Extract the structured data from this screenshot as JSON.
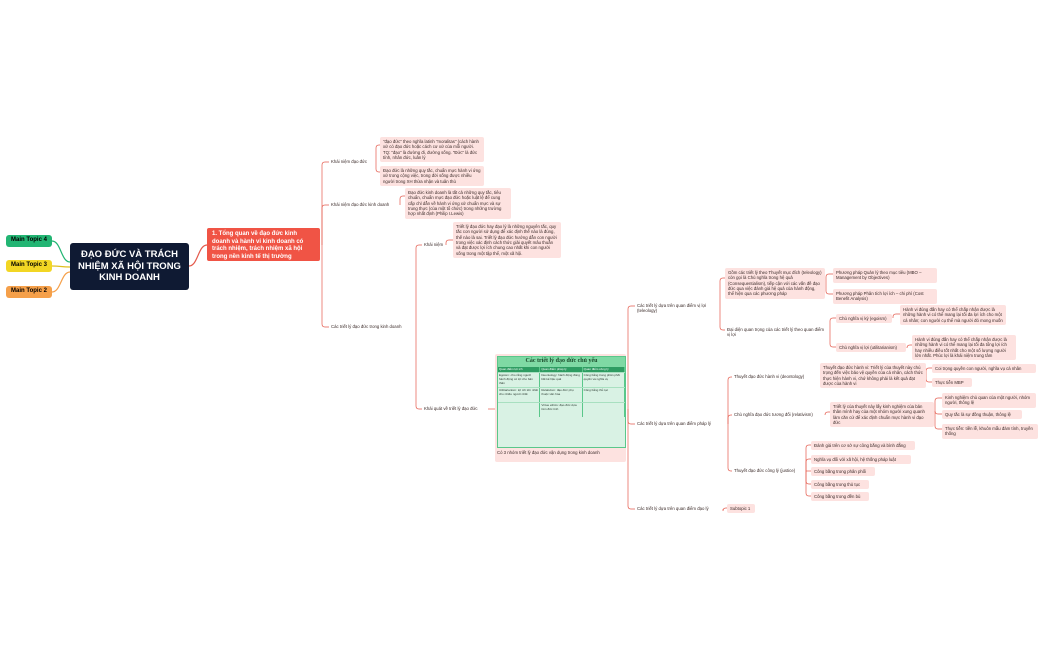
{
  "root": {
    "title": "ĐẠO ĐỨC VÀ TRÁCH NHIỆM XÃ HỘI TRONG KINH DOANH"
  },
  "main_topics": [
    {
      "label": "Main Topic 4",
      "color": "#22b573"
    },
    {
      "label": "Main Topic 3",
      "color": "#f2d624"
    },
    {
      "label": "Main Topic 2",
      "color": "#f5a04a"
    }
  ],
  "topic1": {
    "label": "1. Tổng quan về đạo đức kinh doanh và hành vi kinh doanh có trách nhiệm, trách nhiệm xã hội trong nền kinh tế thị trường"
  },
  "branches": {
    "khai_niem_dao_duc": {
      "label": "Khái niệm đạo đức",
      "notes": [
        "\"đạo đức\" theo nghĩa latinh \"moralitas\" (cách hành xử có đạo đức hoặc cách cư xử của mỗi người. TQ: \"đạo\" là đường đi, đường sống. \"Đức\" là đức tính, nhân đức, luân lý",
        "Đạo đức là những quy tắc, chuẩn mực hành vi ứng xử trong cộng việc, trong đời sống được nhiều người trong XH thừa nhận và tuân thủ"
      ]
    },
    "khai_niem_dao_duc_kd": {
      "label": "Khái niệm đạo đức kinh doanh",
      "note": "Đạo đức kinh doanh là tất cả những quy tắc, tiêu chuẩn, chuẩn mực đạo đức hoặc luật lệ để cung cấp chỉ dẫn về hành vi ứng xử chuẩn mực và sự trung thực (của một tổ chức) trong những trường hợp nhất định (Philip I.Lewis)"
    },
    "triet_ly": {
      "label": "Các triết lý đạo đức trong kinh doanh",
      "khai_niem": {
        "label": "Khái niệm",
        "note": "Triết lý đạo đức hay đạo lý là những nguyên tắc, quy tắc con người sử dụng để xác định thế nào là đúng, thế nào là sai. Triết lý đạo đức hướng dẫn con người trong việc xác định cách thức giải quyết mâu thuẫn và đạt được lợi ích chung cao nhất khi con người sống trong một tập thể, một xã hội."
      },
      "khai_quat": {
        "label": "Khái quát về triết lý đạo đức",
        "table": {
          "title": "Các triết lý đạo đức chủ yếu",
          "headers": [
            "Quan điểm lợi ích",
            "Quan điểm pháp lý",
            "Quan điểm công lý"
          ],
          "rows": [
            [
              "Egoism: cho rằng người hành động có lợi cho bản thân",
              "Deontology: hành động đúng bất kể hậu quả",
              "Công bằng trong phân phối quyền và nghĩa vụ"
            ],
            [
              "Utilitarianism: lợi ích lớn nhất cho nhiều người nhất",
              "Relativism: đạo đức phụ thuộc văn hóa",
              "Công bằng thủ tục"
            ],
            [
              "",
              "Virtue ethics: đạo đức dựa trên đức tính",
              ""
            ]
          ],
          "caption": "Có 3 nhóm triết lý đạo đức vận dụng trong kinh doanh"
        },
        "children": {
          "loi_ich": {
            "label": "Các triết lý dựa trên quan điểm vị lợi (teleology)",
            "goc_cac": {
              "note": "Gồm các triết lý theo Thuyết mục đích (teleology) còn gọi là Chủ nghĩa trong hệ quả (Consequentialism), tiếp cận với các vấn đề đạo đức qua việc đánh giá hệ quả của hành động, thể hiện qua các phương pháp",
              "methods": [
                "Phương pháp Quản lý theo mục tiêu (MBO – Management by Objectives)",
                "Phương pháp Phân tích lợi ích – chi phí (Cost Benefit Analysis)"
              ]
            },
            "dai_dien": {
              "note": "Đại diện quan trọng của các triết lý theo quan điểm vị lợi",
              "items": [
                {
                  "label": "Chủ nghĩa vị kỷ (egoism)",
                  "note": "Hành vi đúng đắn hay có thể chấp nhận được là những hành vi có thể mang lại tối đa lợi ích cho một cá nhân; con người cụ thể mà người đó mong muốn"
                },
                {
                  "label": "Chủ nghĩa vị lợi (utilitarianism)",
                  "note": "Hành vi đúng đắn hay có thể chấp nhận được là những hành vi có thể mang lại tối đa tổng lợi ích hay nhiều điều tốt nhất cho một số lượng người lớn nhất. Phúc lợi là khái niệm trung tâm"
                }
              ]
            }
          },
          "phap_ly": {
            "label": "Các triết lý dựa trên quan điểm pháp lý",
            "hanh_vi": {
              "label": "Thuyết đạo đức hành vi (deontology)",
              "note": "Thuyết đạo đức hành vi: Triết lý của thuyết này chú trọng đến việc bảo vệ quyền của cá nhân, cách thức thực hiện hành vi, chứ không phải là kết quả đạt được của hành vi",
              "items": [
                "Coi trọng quyền con người, nghĩa vụ cá nhân",
                "Thực tiễn MBP"
              ]
            },
            "tuong_doi": {
              "label": "Chủ nghĩa đạo đức tương đối (relativism)",
              "note": "Triết lý của thuyết này lấy kinh nghiệm của bản thân mình hay của một nhóm người xung quanh làm căn cứ để xác định chuẩn mực hành vi đạo đức",
              "items": [
                "Kinh nghiệm chủ quan của một người, nhóm người, thông lệ",
                "Quy tắc là sự đồng thuận, thông lệ",
                "Thực tiễn: tiền lễ, khuôn mẫu đàm tính, truyền thống"
              ]
            },
            "cong_ly": {
              "label": "Thuyết đạo đức công lý (justice)",
              "items": [
                "Đánh giá trên cơ sở sự công bằng và bình đẳng",
                "Nghĩa vụ đối với xã hội, hệ thống pháp luật",
                "Công bằng trong phân phối",
                "Công bằng trong thủ tục",
                "Công bằng trong đền bù"
              ]
            }
          },
          "dao_ly": {
            "label": "Các triết lý dựa trên quan điểm đạo lý",
            "subtopic": "Subtopic 1"
          }
        }
      }
    }
  }
}
